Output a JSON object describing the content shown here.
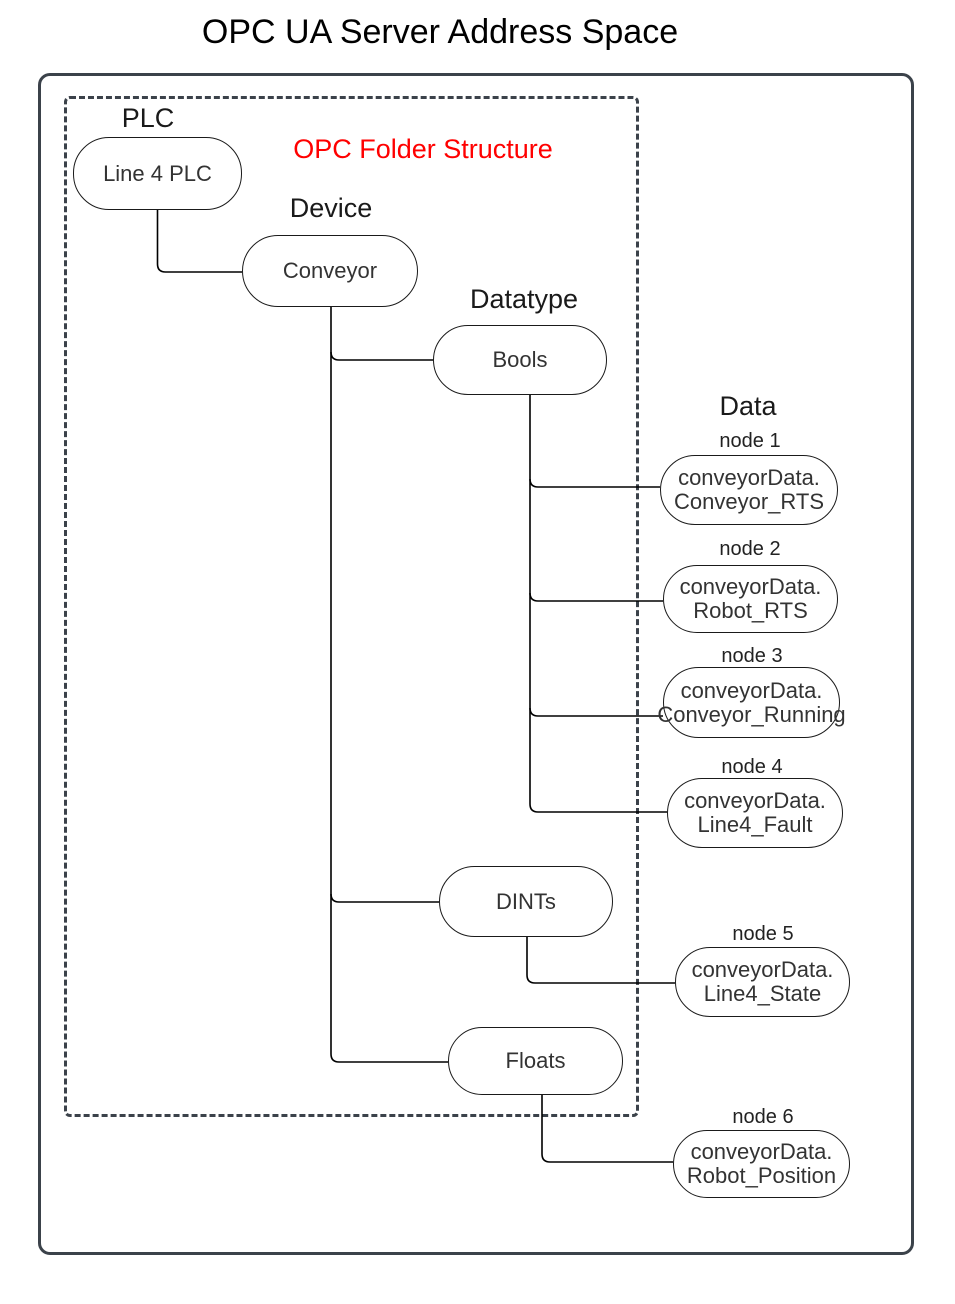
{
  "title": "OPC UA Server Address Space",
  "folder_structure_label": "OPC Folder Structure",
  "tree": {
    "plc": {
      "category": "PLC",
      "label": "Line 4 PLC"
    },
    "device": {
      "category": "Device",
      "label": "Conveyor"
    },
    "datatype_category": "Datatype",
    "datatypes": [
      {
        "label": "Bools"
      },
      {
        "label": "DINTs"
      },
      {
        "label": "Floats"
      }
    ],
    "data_category": "Data",
    "data_nodes": [
      {
        "tag": "node 1",
        "line1": "conveyorData.",
        "line2": "Conveyor_RTS"
      },
      {
        "tag": "node 2",
        "line1": "conveyorData.",
        "line2": "Robot_RTS"
      },
      {
        "tag": "node 3",
        "line1": "conveyorData.",
        "line2": "Conveyor_Running"
      },
      {
        "tag": "node 4",
        "line1": "conveyorData.",
        "line2": "Line4_Fault"
      },
      {
        "tag": "node 5",
        "line1": "conveyorData.",
        "line2": "Line4_State"
      },
      {
        "tag": "node 6",
        "line1": "conveyorData.",
        "line2": "Robot_Position"
      }
    ]
  },
  "colors": {
    "label_red": "#ff0000",
    "box_border": "#3b424a",
    "connector_line": "#000000",
    "pill_border": "#1a1a1a",
    "pill_fill": "#ffffff"
  }
}
